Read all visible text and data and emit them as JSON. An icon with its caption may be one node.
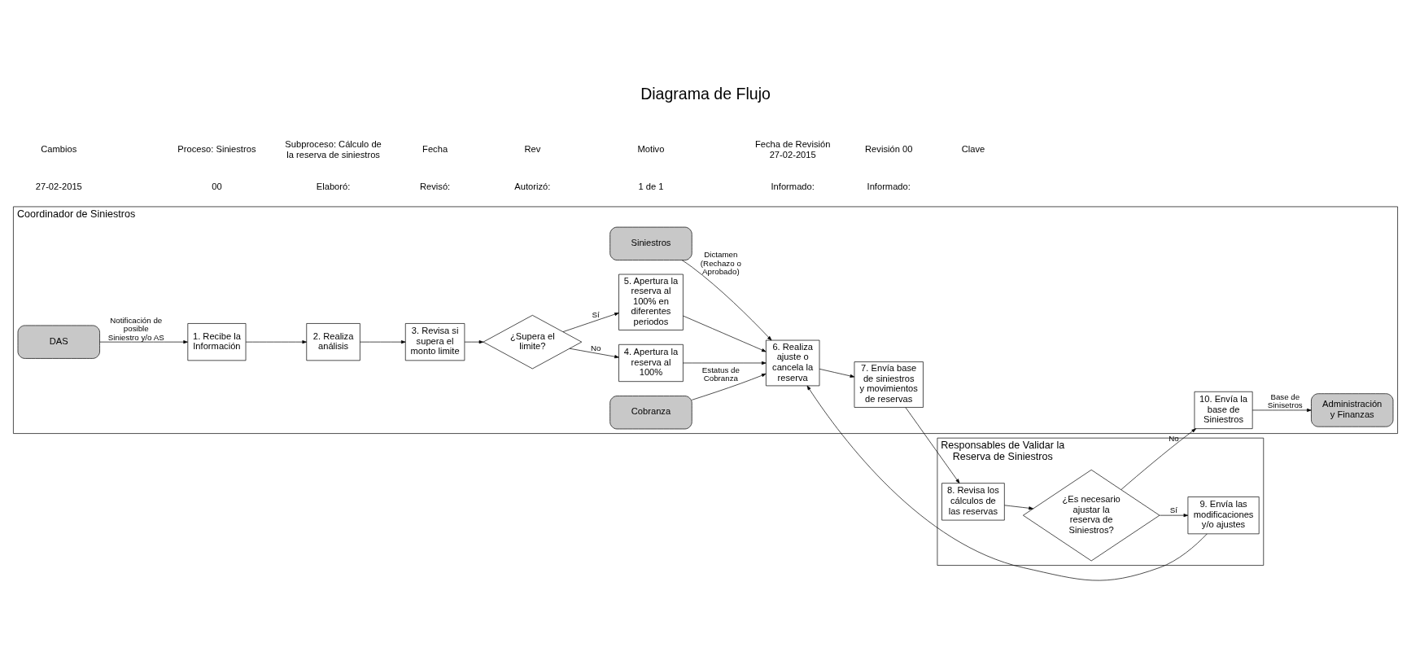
{
  "diagram": {
    "title": "Diagrama de Flujo",
    "nodes": [
      {
        "text": [
          "Coordinador de Siniestros"
        ]
      },
      {
        "text": [
          "Siniestros"
        ],
        "in": 0
      },
      {
        "text": [
          "DAS"
        ],
        "in": 0
      },
      {
        "text": [
          "Cobranza"
        ],
        "in": 0
      },
      {
        "text": [
          "1. Recibe la Información"
        ],
        "in": 0
      },
      {
        "text": [
          "2. Realiza análisis"
        ],
        "in": 0
      },
      {
        "text": [
          "3. Revisa si supera el monto limite"
        ],
        "in": 0
      },
      {
        "text": [
          "¿Supera el limite?"
        ],
        "in": 0
      },
      {
        "text": [
          "4. Apertura la reserva al 100%"
        ],
        "in": 0
      },
      {
        "text": [
          "5. Apertura la reserva al 100% en diferentes periodos"
        ],
        "in": 0
      },
      {
        "text": [
          "6. Realiza ajuste o cancela la reserva"
        ],
        "in": 0
      },
      {
        "text": [
          "7. Envía base de siniestros y movimientos de reservas"
        ],
        "in": 0
      },
      {
        "text": [
          "10. Envía la base de Siniestros"
        ],
        "in": 0
      },
      {
        "text": [
          "Administración y Finanzas"
        ],
        "in": 0
      },
      {
        "text": [
          "Responsables de Validar la Reserva de Siniestros"
        ]
      },
      {
        "text": [
          "8. Revisa los cálculos de las reservas"
        ],
        "in": 14
      },
      {
        "text": [
          "¿Es necesario ajustar la reserva de Siniestros?"
        ],
        "in": 14
      },
      {
        "text": [
          "9. Envía las modificaciones y/o ajustes"
        ],
        "in": 14
      }
    ],
    "edges": [
      {
        "from": 1,
        "to": 10,
        "arrow": "to",
        "label": "Dictamen (Rechazo o Aprobado)"
      },
      {
        "from": 2,
        "to": 4,
        "arrow": "to",
        "label": "Notificación de posible Siniestro y/o AS"
      },
      {
        "from": 4,
        "to": 5,
        "arrow": "to"
      },
      {
        "from": 5,
        "to": 6,
        "arrow": "to"
      },
      {
        "from": 6,
        "to": 7,
        "arrow": "to"
      },
      {
        "from": 7,
        "to": 8,
        "arrow": "to",
        "label": "No"
      },
      {
        "from": 7,
        "to": 9,
        "arrow": "to",
        "label": "Sí"
      },
      {
        "from": 8,
        "to": 10,
        "arrow": "to"
      },
      {
        "from": 9,
        "to": 10,
        "arrow": "to"
      },
      {
        "from": 3,
        "to": 10,
        "arrow": "to",
        "label": "Estatus de Cobranza"
      },
      {
        "from": 10,
        "to": 11,
        "arrow": "to"
      },
      {
        "from": 11,
        "to": 15,
        "arrow": "to"
      },
      {
        "from": 15,
        "to": 16,
        "arrow": "to"
      },
      {
        "from": 16,
        "to": 17,
        "arrow": "to",
        "label": "Sí"
      },
      {
        "from": 16,
        "to": 12,
        "arrow": "to",
        "label": "No"
      },
      {
        "from": 17,
        "to": 10,
        "arrow": "to"
      },
      {
        "from": 12,
        "to": 13,
        "arrow": "to",
        "label": "Base de Sinisetros"
      }
    ],
    "labels": [
      "Cambios",
      "Proceso: Siniestros",
      "Subproceso: Cálculo de la reserva de siniestros",
      "Fecha",
      "Rev",
      "Motivo",
      "Fecha de Revisión 27-02-2015",
      "Revisión 00",
      "Clave",
      "27-02-2015",
      "00",
      "Elaboró:",
      "Revisó:",
      "Autorizó:",
      "1 de 1",
      "Informado:",
      "Informado:"
    ]
  }
}
